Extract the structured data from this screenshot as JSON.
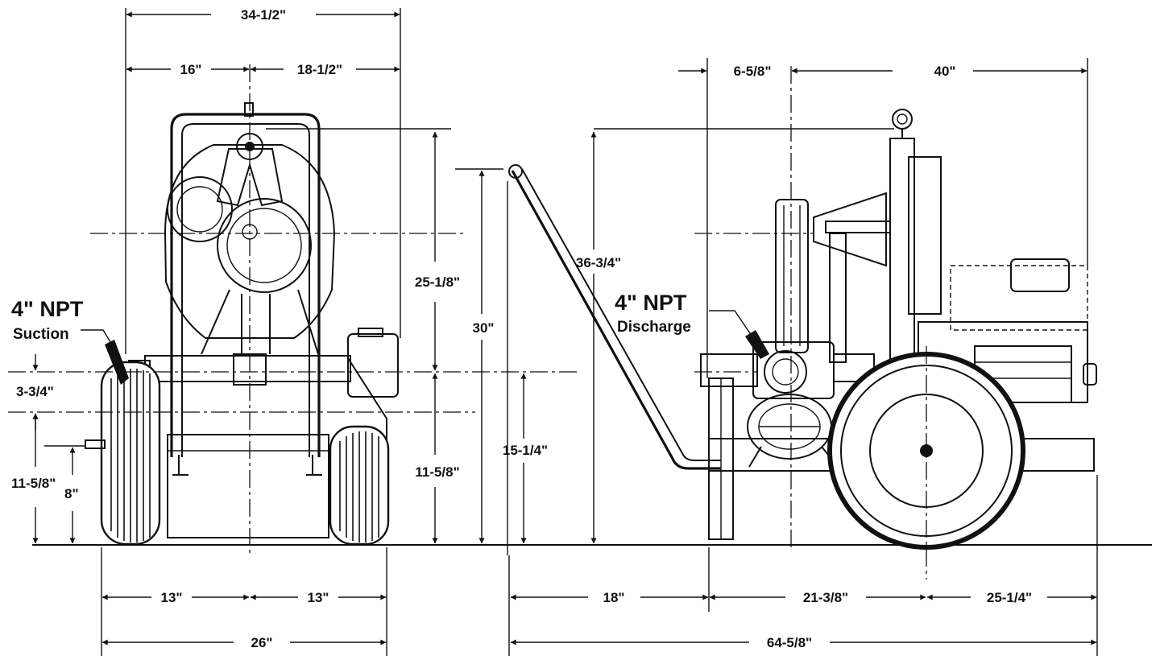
{
  "drawing": {
    "front_view": {
      "overall_width": "34-1/2\"",
      "left_offset": "16\"",
      "right_offset": "18-1/2\"",
      "pipe_center_height": "3-3/4\"",
      "suction_height": "11-5/8\"",
      "stub_height": "8\"",
      "left_track": "13\"",
      "right_track": "13\"",
      "wheel_track": "26\"",
      "port_size": "4\" NPT",
      "port_name": "Suction"
    },
    "center_dims": {
      "upper_height": "25-1/8\"",
      "lower_height": "11-5/8\"",
      "handle_height": "30\"",
      "discharge_height": "15-1/4\"",
      "overall_height": "36-3/4\""
    },
    "side_view": {
      "discharge_offset": "6-5/8\"",
      "frame_length": "40\"",
      "handle_extension": "18\"",
      "front_to_axle": "21-3/8\"",
      "axle_to_rear": "25-1/4\"",
      "overall_length": "64-5/8\"",
      "port_size": "4\" NPT",
      "port_name": "Discharge"
    }
  }
}
